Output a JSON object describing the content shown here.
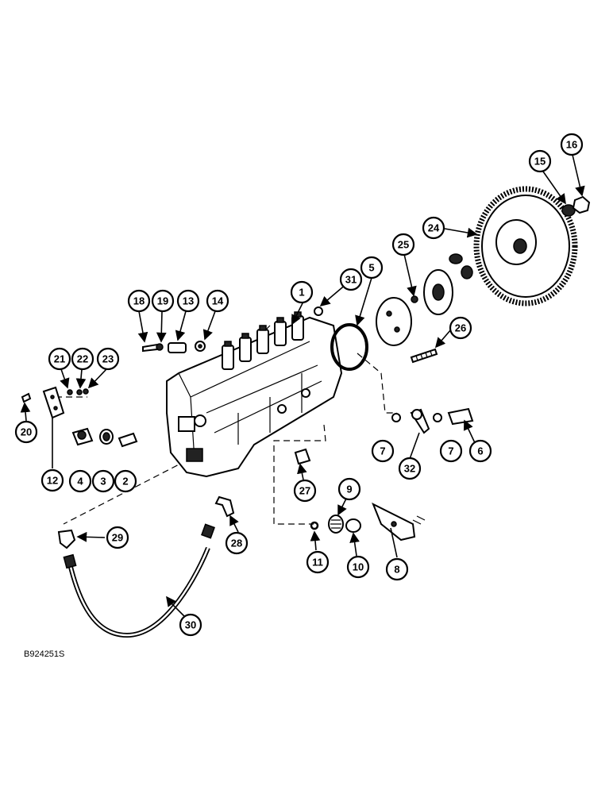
{
  "figure": {
    "reference_code": "B924251S",
    "callouts": [
      "1",
      "2",
      "3",
      "4",
      "5",
      "6",
      "7",
      "7",
      "8",
      "9",
      "10",
      "11",
      "12",
      "13",
      "14",
      "15",
      "16",
      "18",
      "19",
      "20",
      "21",
      "22",
      "23",
      "24",
      "25",
      "26",
      "27",
      "28",
      "29",
      "30",
      "31",
      "32"
    ]
  }
}
